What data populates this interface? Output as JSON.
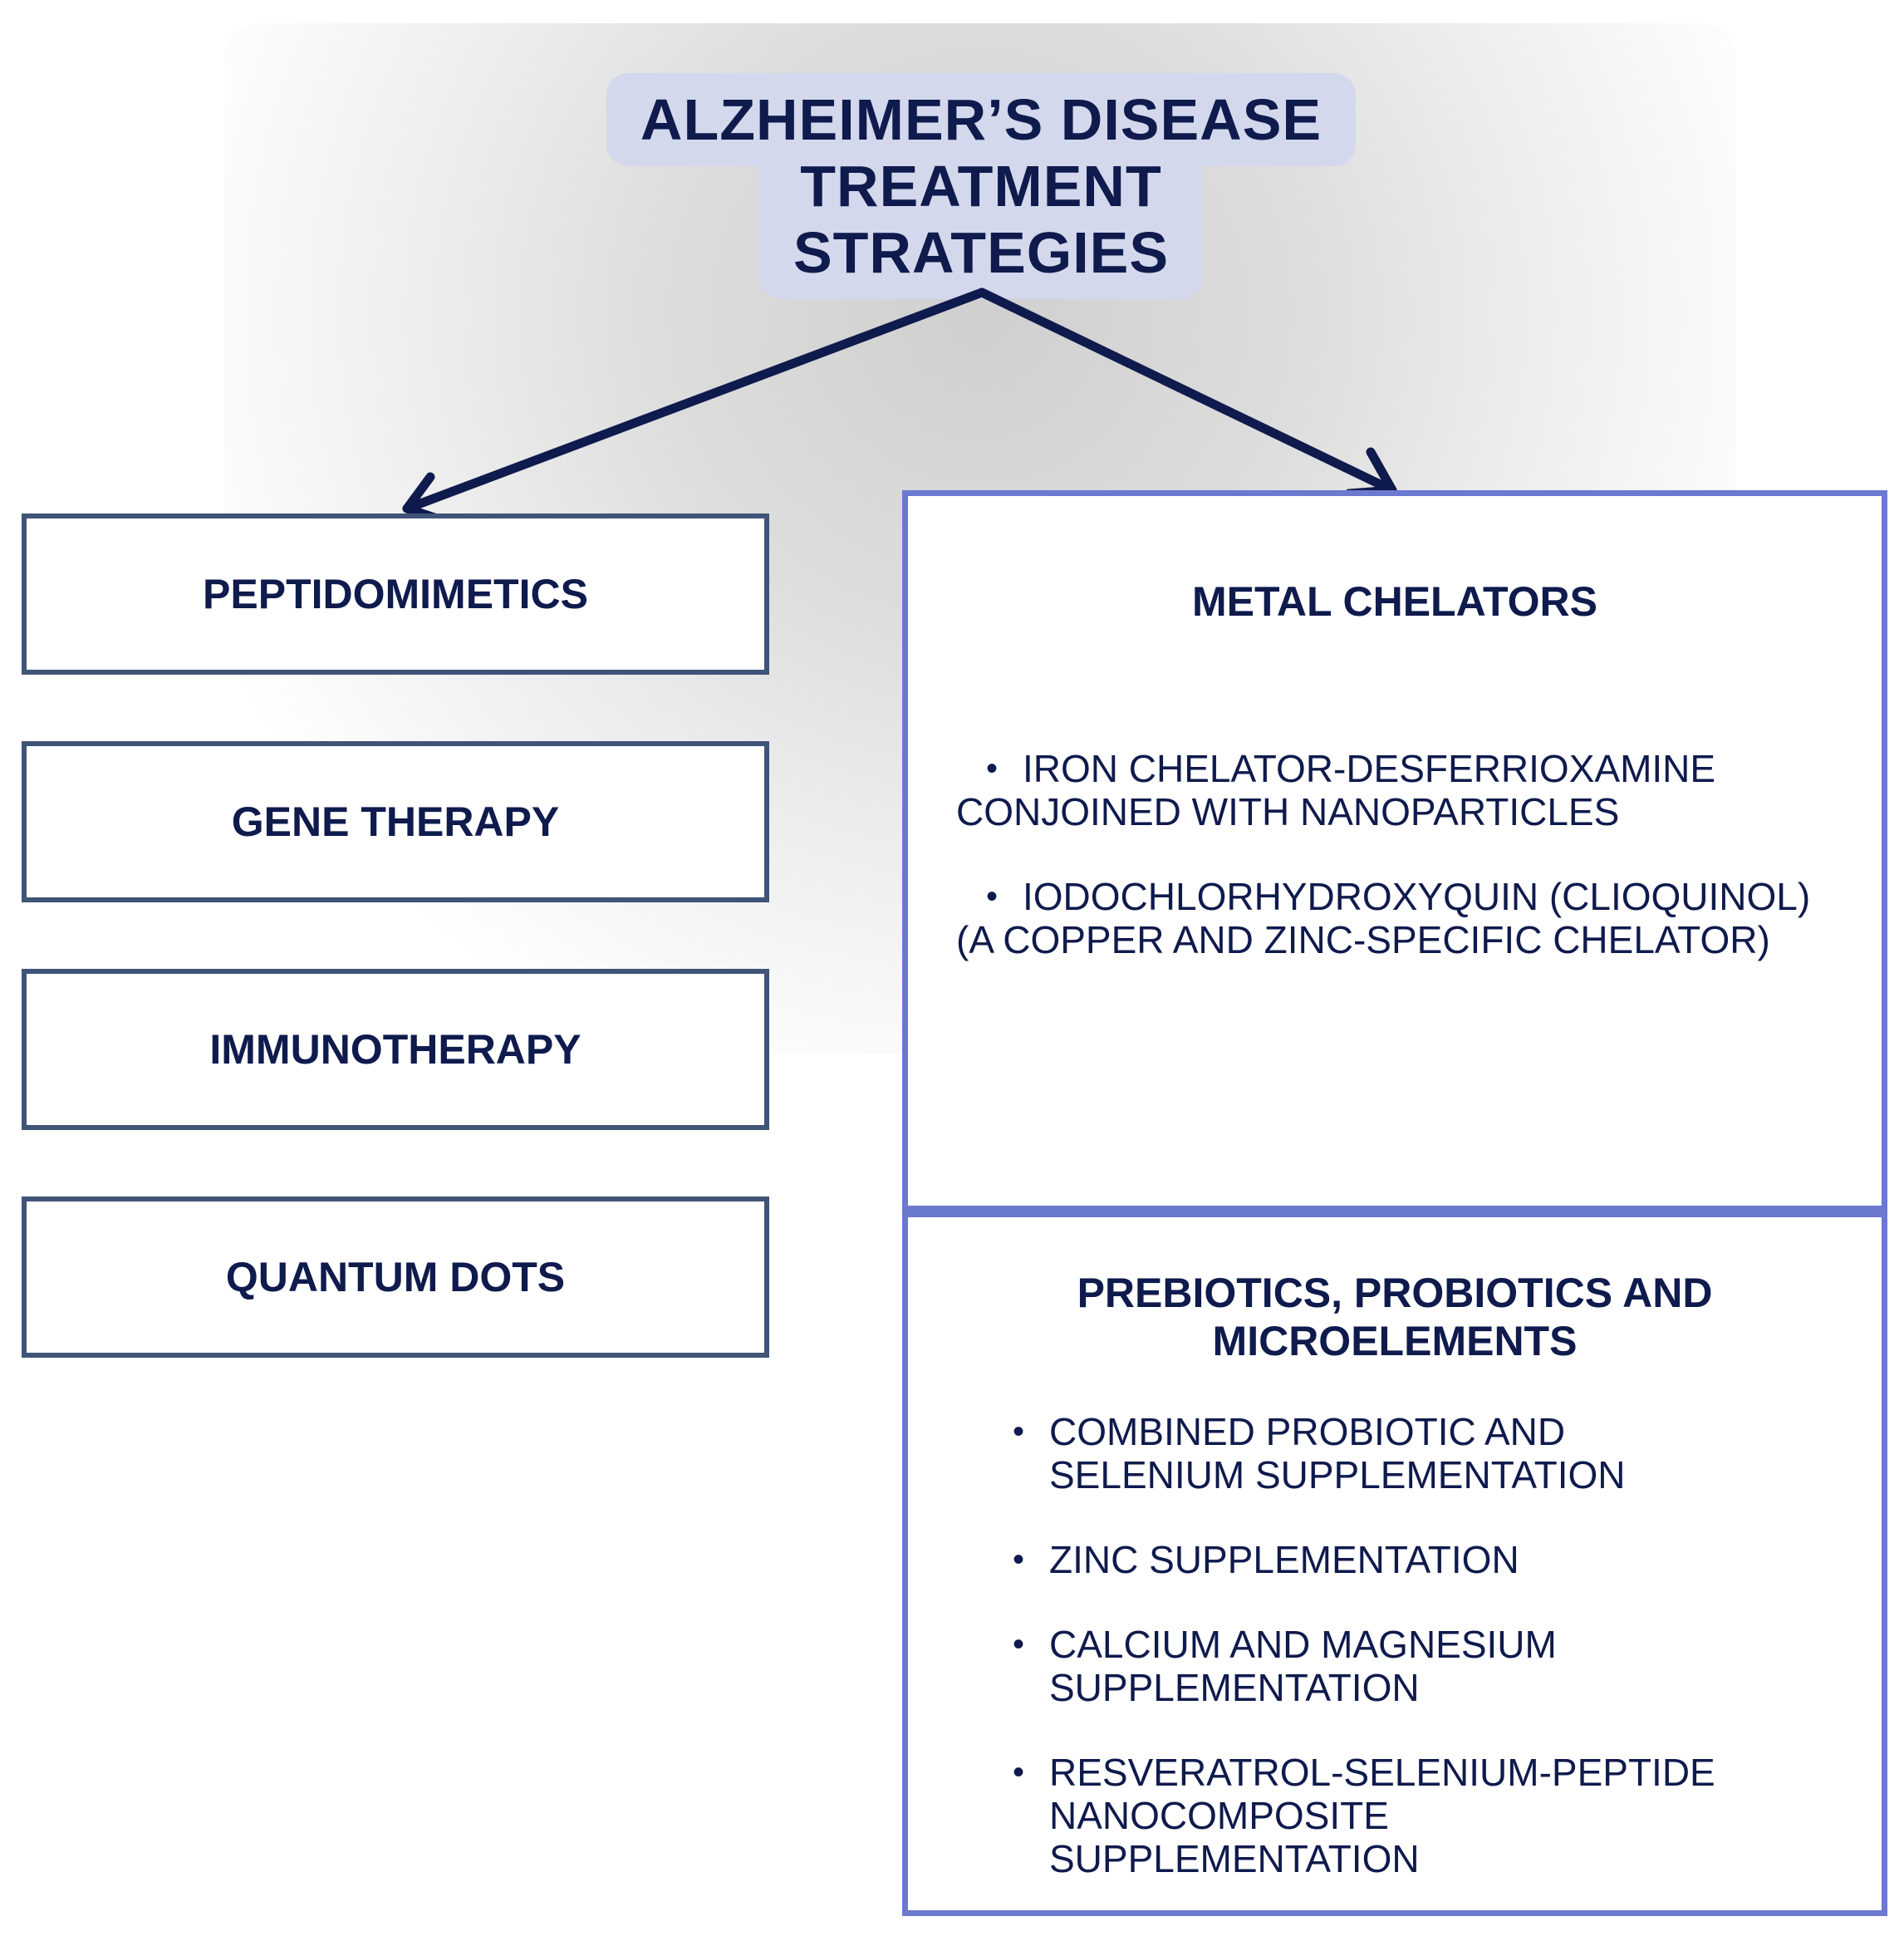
{
  "title": {
    "line1": "ALZHEIMER’S DISEASE",
    "line2": "TREATMENT",
    "line3": "STRATEGIES"
  },
  "left_boxes": [
    {
      "label": "PEPTIDOMIMETICS"
    },
    {
      "label": "GENE THERAPY"
    },
    {
      "label": "IMMUNOTHERAPY"
    },
    {
      "label": "QUANTUM DOTS"
    }
  ],
  "metal_chelators": {
    "heading": "METAL CHELATORS",
    "items": [
      {
        "line1": "IRON CHELATOR-DESFERRIOXAMINE",
        "line2": "CONJOINED WITH NANOPARTICLES"
      },
      {
        "line1": "IODOCHLORHYDROXYQUIN (CLIOQUINOL)",
        "line2": "(A COPPER AND ZINC-SPECIFIC CHELATOR)"
      }
    ]
  },
  "prebiotics": {
    "heading_line1": "PREBIOTICS, PROBIOTICS AND",
    "heading_line2": "MICROELEMENTS",
    "items": [
      {
        "line1": "COMBINED PROBIOTIC AND",
        "line2": "SELENIUM SUPPLEMENTATION",
        "line3": ""
      },
      {
        "line1": "ZINC SUPPLEMENTATION",
        "line2": "",
        "line3": ""
      },
      {
        "line1": "CALCIUM AND MAGNESIUM",
        "line2": "SUPPLEMENTATION",
        "line3": ""
      },
      {
        "line1": "RESVERATROL-SELENIUM-PEPTIDE",
        "line2": "NANOCOMPOSITE",
        "line3": "SUPPLEMENTATION"
      }
    ]
  },
  "colors": {
    "text": "#0f1a4d",
    "title_bg": "#d3d8ec",
    "left_border": "#3f5477",
    "right_border": "#6b79cf",
    "arrow": "#0f1a4d"
  }
}
